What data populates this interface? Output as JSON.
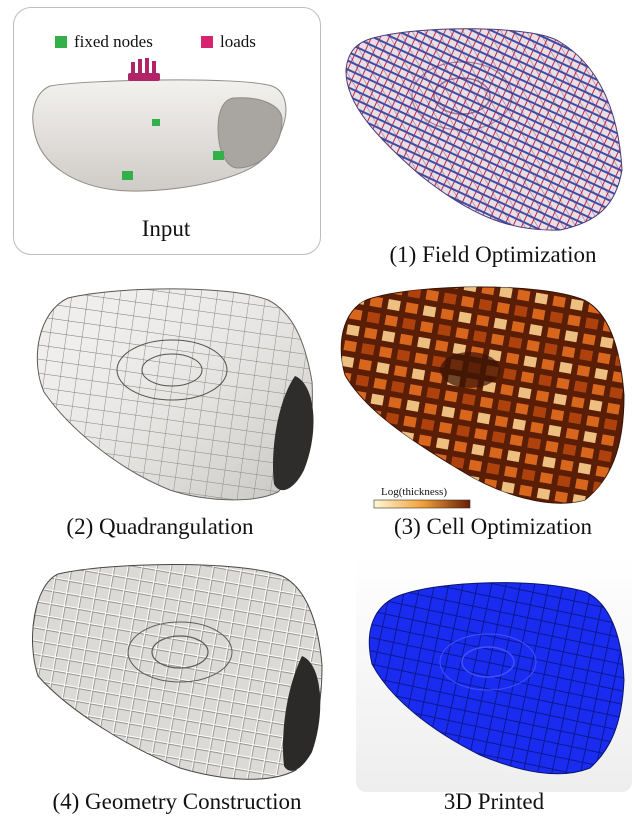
{
  "legend": {
    "fixed_nodes": "fixed nodes",
    "loads": "loads",
    "fixed_color": "#33b04a",
    "load_color": "#d6246f"
  },
  "captions": {
    "input": "Input",
    "field": "(1) Field Optimization",
    "quad": "(2) Quadrangulation",
    "cell": "(3) Cell Optimization",
    "geom": "(4) Geometry Construction",
    "printed": "3D Printed"
  },
  "colorbar": {
    "label": "Log(thickness)"
  },
  "colors": {
    "surface_grey": "#e9e7e4",
    "field_red": "#c0283a",
    "field_blue": "#3a4ea8",
    "cell_dark": "#5a1e06",
    "cell_orange": "#d8661c",
    "printed_blue": "#1a2cf0"
  }
}
